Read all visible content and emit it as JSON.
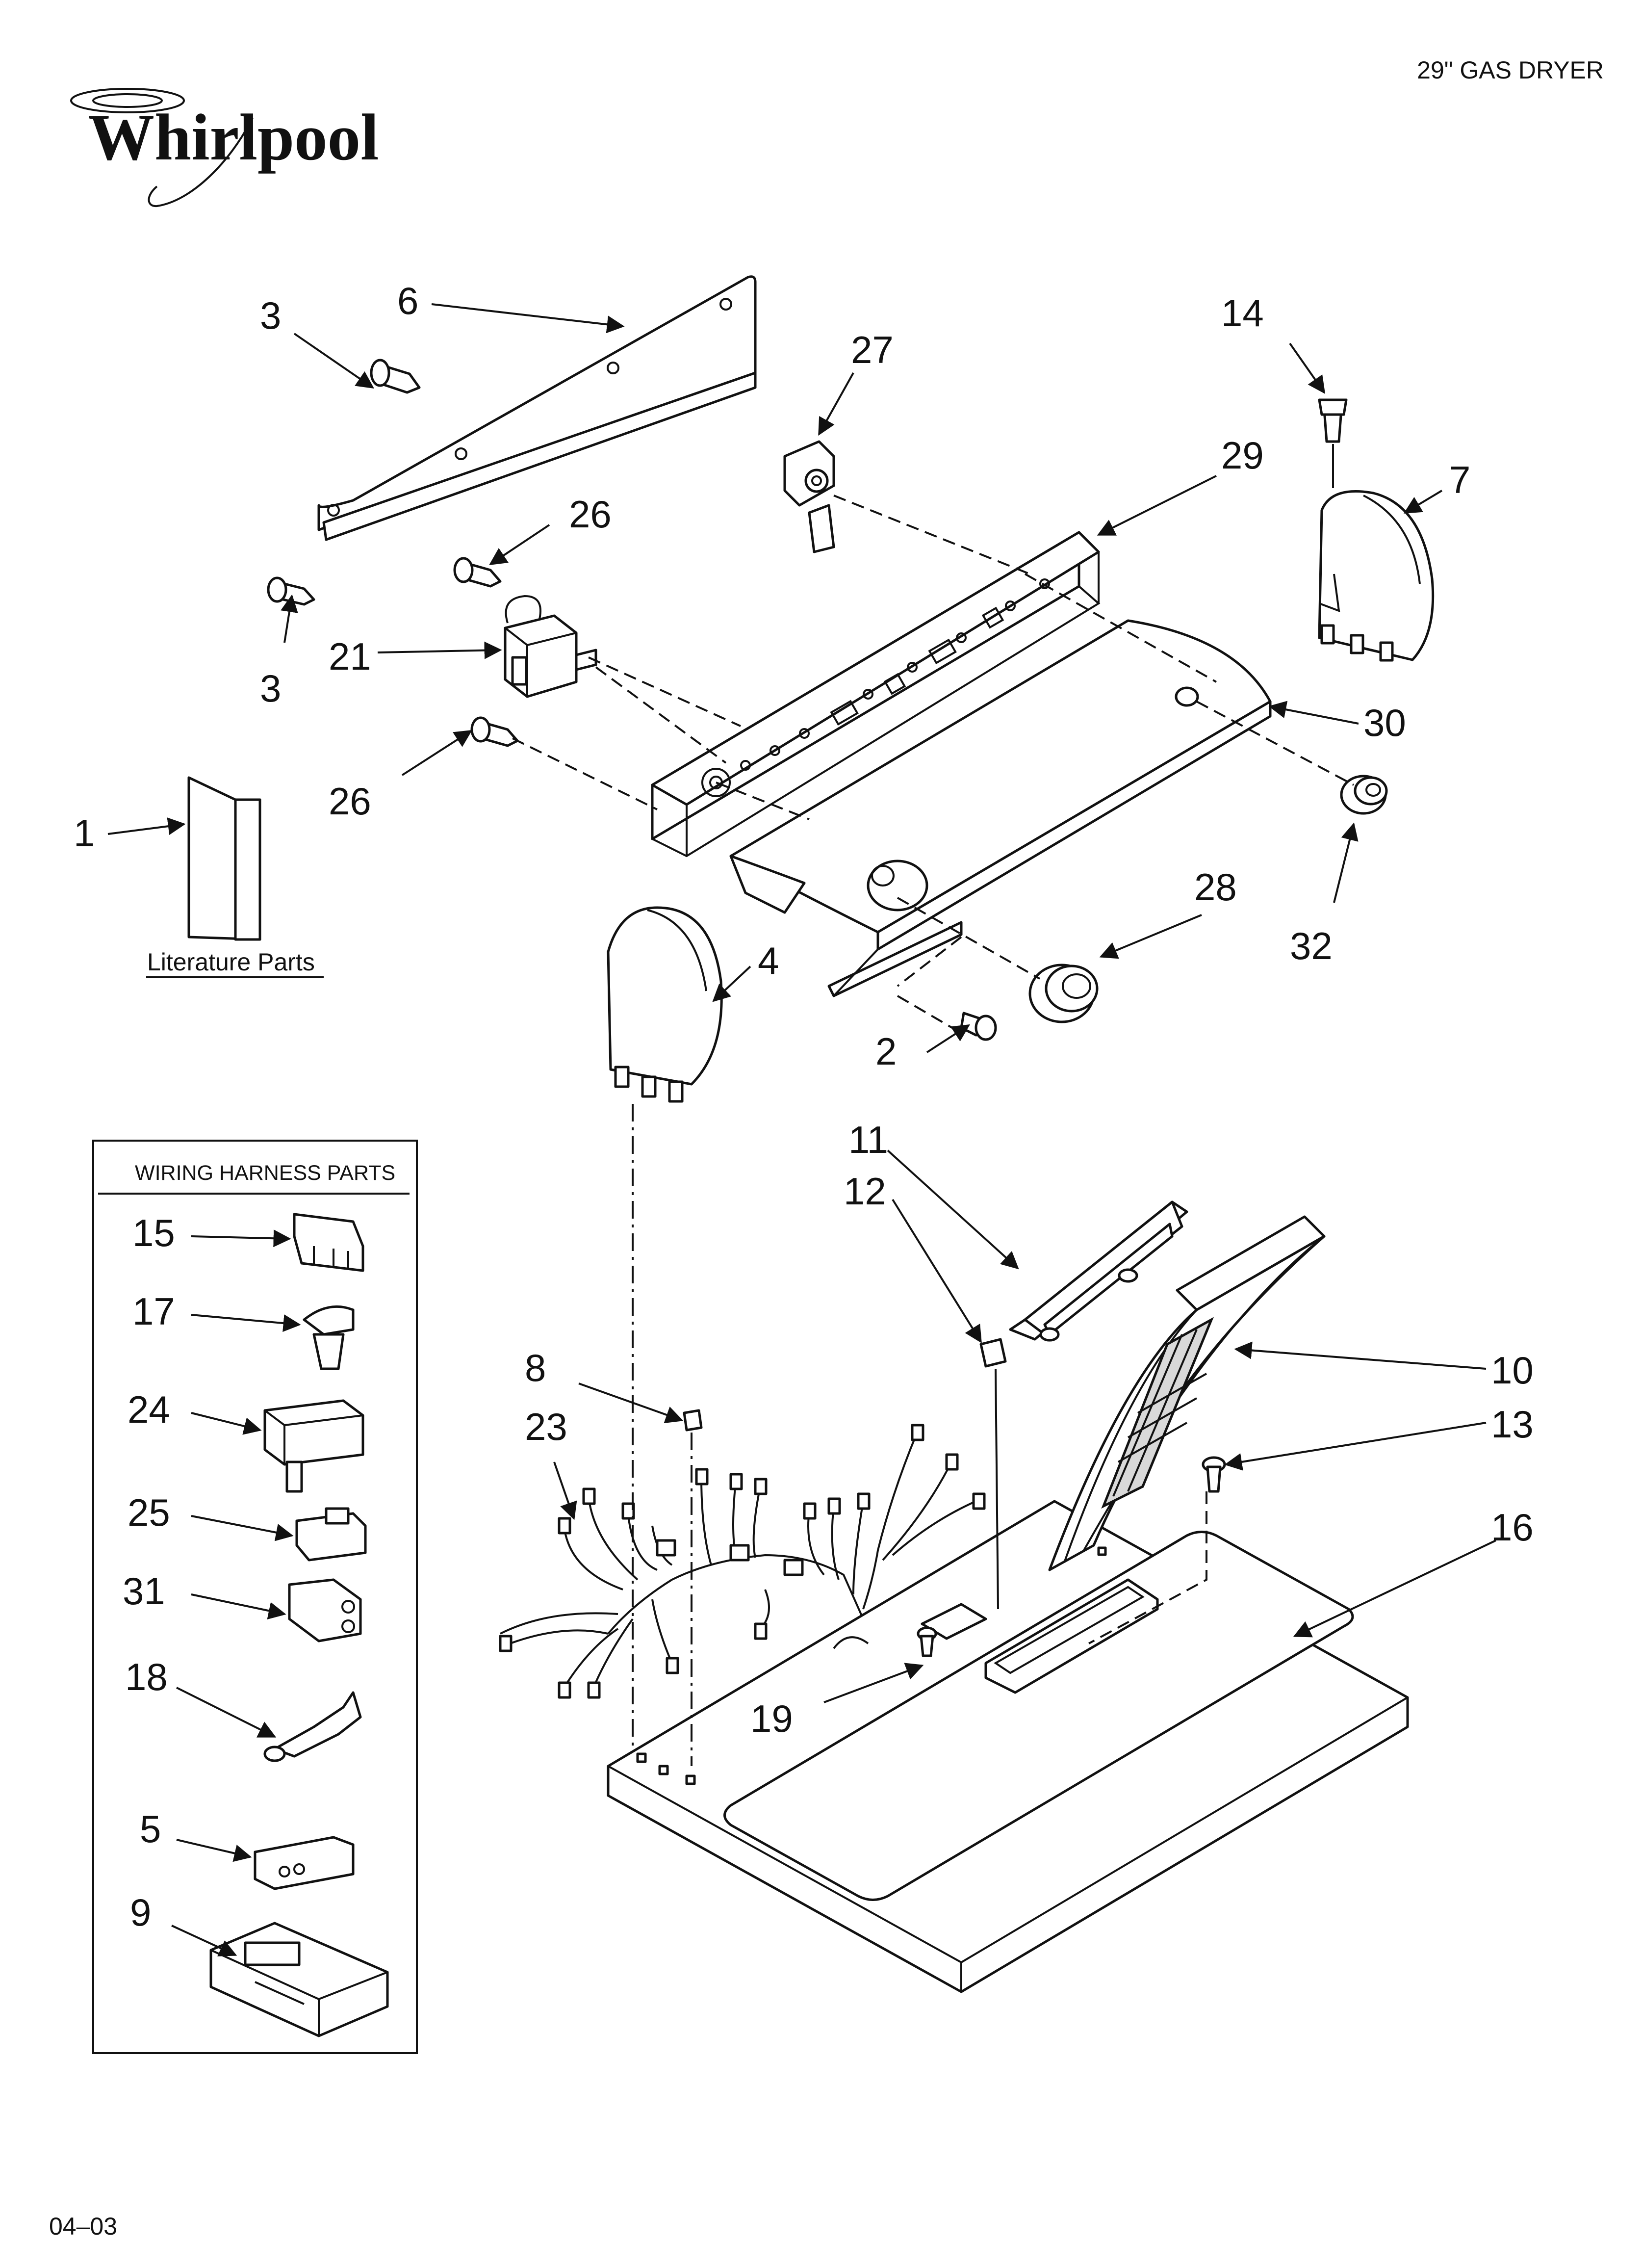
{
  "header": {
    "brand": "Whirlpool",
    "model_title": "29\" GAS DRYER"
  },
  "footer": {
    "date_code": "04–03"
  },
  "literature": {
    "label": "Literature Parts"
  },
  "wiring_panel": {
    "title": "WIRING HARNESS PARTS"
  },
  "callouts": {
    "c1": "1",
    "c2": "2",
    "c3a": "3",
    "c3b": "3",
    "c4": "4",
    "c5": "5",
    "c6": "6",
    "c7": "7",
    "c8": "8",
    "c9": "9",
    "c10": "10",
    "c11": "11",
    "c12": "12",
    "c13": "13",
    "c14": "14",
    "c15": "15",
    "c16": "16",
    "c17": "17",
    "c18": "18",
    "c19": "19",
    "c21": "21",
    "c23": "23",
    "c24": "24",
    "c25": "25",
    "c26a": "26",
    "c26b": "26",
    "c27": "27",
    "c28": "28",
    "c29": "29",
    "c30": "30",
    "c31": "31",
    "c32": "32"
  },
  "icons": {
    "logo": "whirlpool-swirl-logo"
  }
}
